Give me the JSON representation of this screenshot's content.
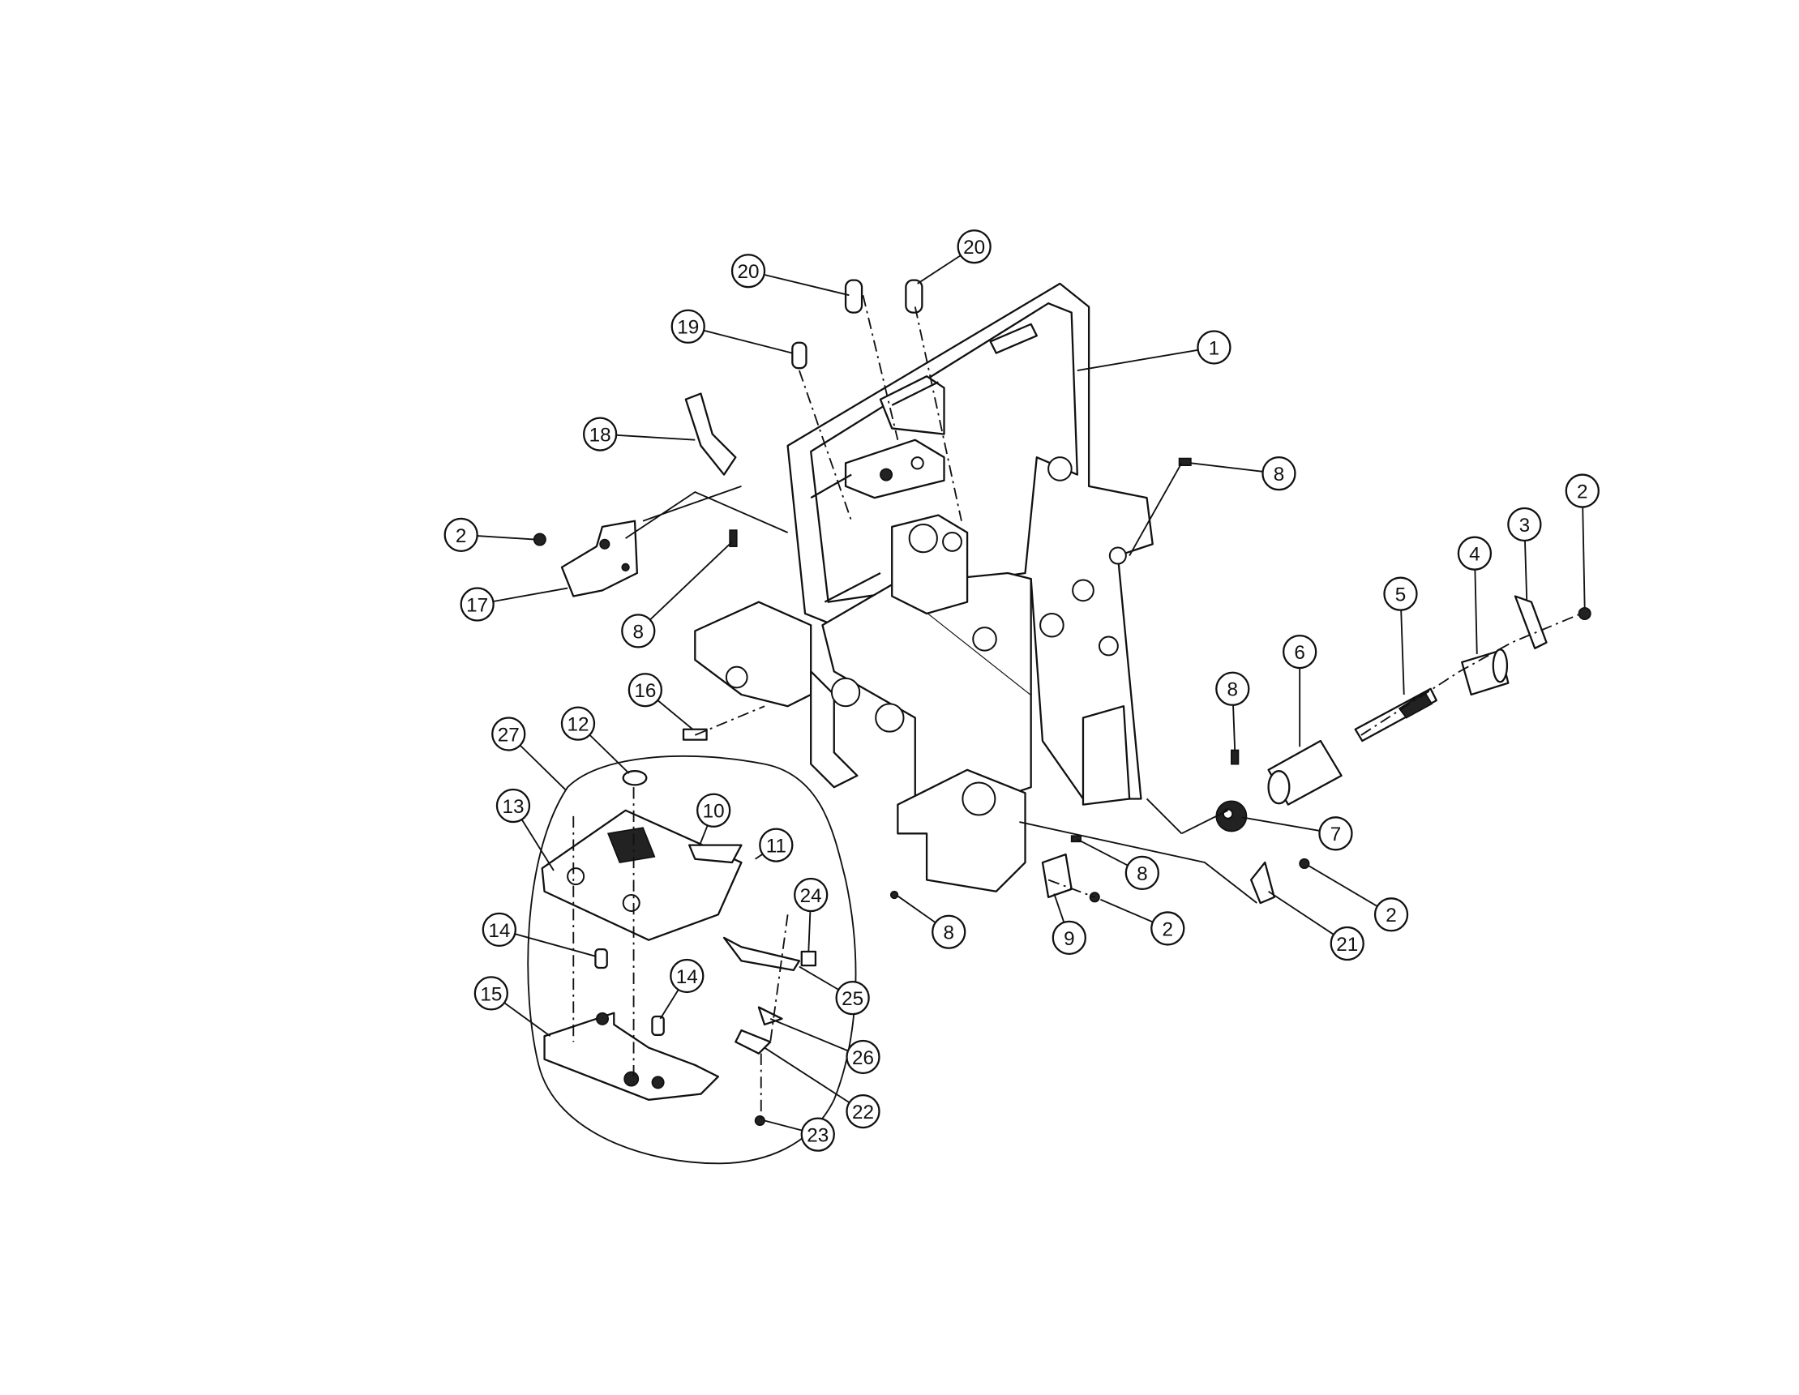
{
  "diagram": {
    "type": "exploded-parts-diagram",
    "callouts": [
      "20",
      "20",
      "19",
      "1",
      "18",
      "8",
      "2",
      "2",
      "3",
      "4",
      "17",
      "8",
      "5",
      "6",
      "8",
      "16",
      "27",
      "12",
      "13",
      "10",
      "11",
      "7",
      "8",
      "24",
      "2",
      "2",
      "8",
      "9",
      "21",
      "14",
      "14",
      "25",
      "15",
      "26",
      "22",
      "23"
    ]
  }
}
